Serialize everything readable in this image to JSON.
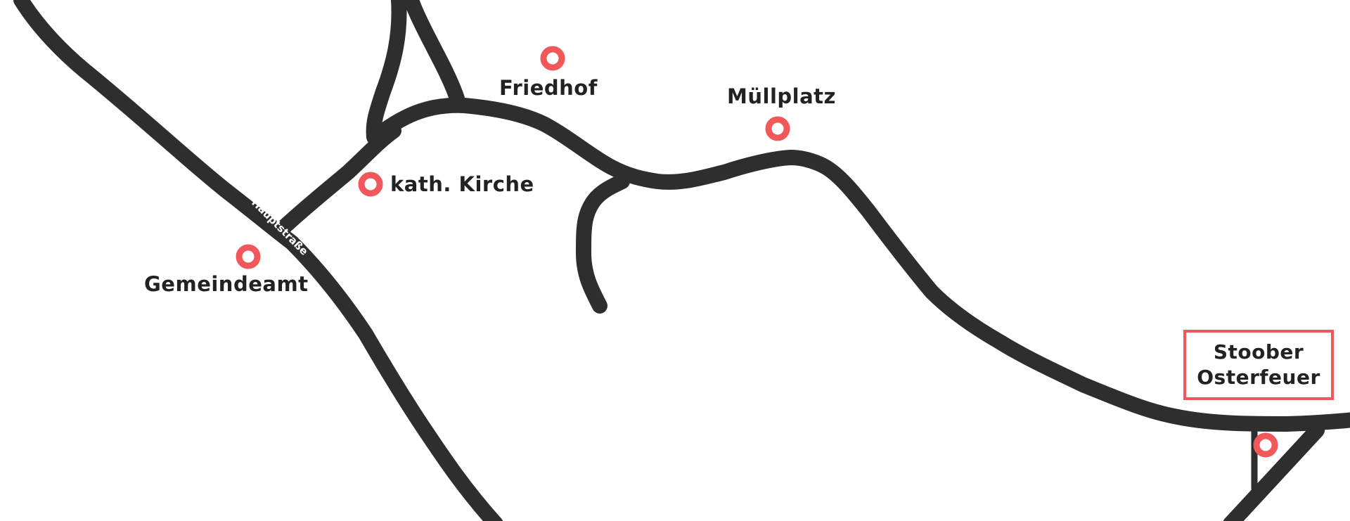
{
  "map": {
    "road_color": "#2e2e2e",
    "marker_color": "#f0585a",
    "street_label": "Hauptstraße",
    "pois": [
      {
        "id": "friedhof",
        "label": "Friedhof"
      },
      {
        "id": "muellplatz",
        "label": "Müllplatz"
      },
      {
        "id": "kirche",
        "label": "kath. Kirche"
      },
      {
        "id": "gemeindeamt",
        "label": "Gemeindeamt"
      },
      {
        "id": "osterfeuer",
        "label": ""
      }
    ],
    "event": {
      "line1": "Stoober",
      "line2": "Osterfeuer",
      "border_color": "#f0585a"
    }
  }
}
